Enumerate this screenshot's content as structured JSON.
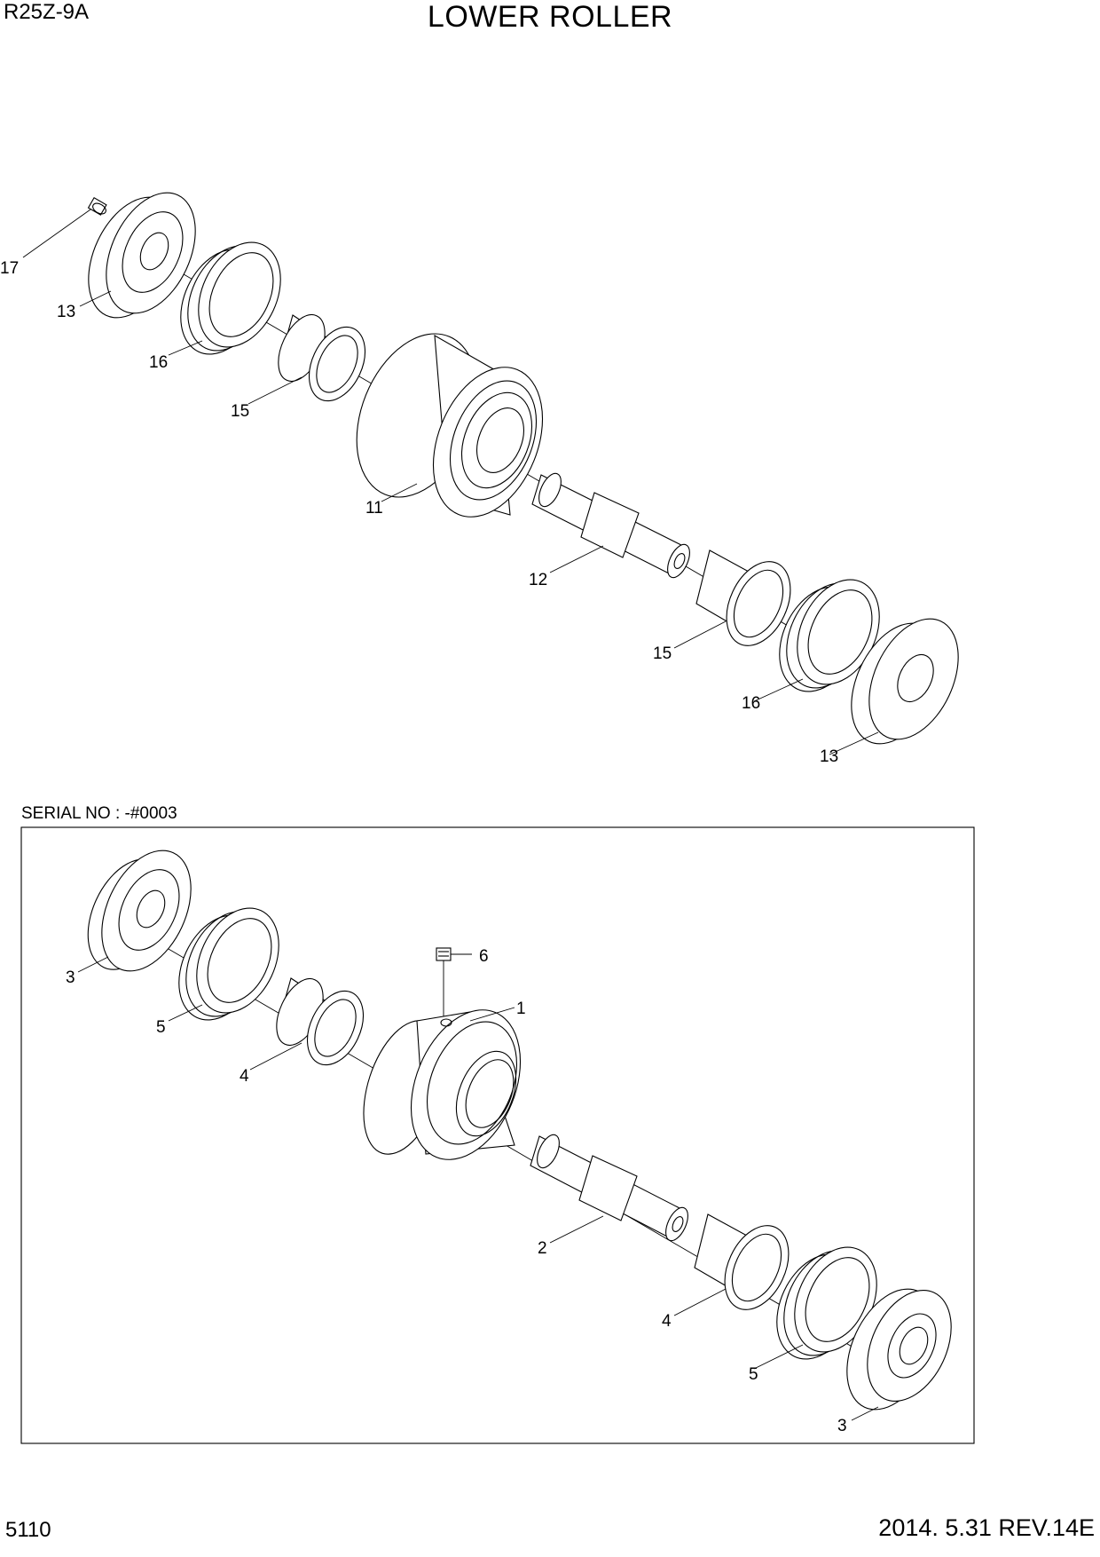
{
  "header": {
    "model": "R25Z-9A",
    "title": "LOWER ROLLER"
  },
  "serial_box": {
    "label": "SERIAL NO : -#0003"
  },
  "upper_assembly": {
    "callouts": [
      "17",
      "13",
      "16",
      "15",
      "11",
      "12",
      "15",
      "16",
      "13"
    ]
  },
  "lower_assembly": {
    "callouts": [
      "3",
      "5",
      "4",
      "6",
      "1",
      "2",
      "4",
      "5",
      "3"
    ]
  },
  "footer": {
    "page_number": "5110",
    "revision": "2014. 5.31 REV.14E"
  }
}
